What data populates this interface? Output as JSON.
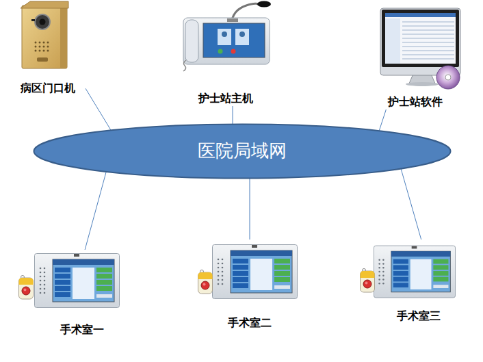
{
  "diagram": {
    "nodes": [
      {
        "text": [
          "病区门口机"
        ]
      },
      {
        "text": [
          "护士站主机"
        ]
      },
      {
        "text": [
          "护士站软件"
        ]
      },
      {
        "text": [
          "医院局域网"
        ]
      },
      {
        "text": [
          "手术室一"
        ]
      },
      {
        "text": [
          "手术室二"
        ]
      },
      {
        "text": [
          "手术室三"
        ]
      }
    ],
    "edges": [
      {
        "from": 3,
        "to": 0,
        "arrow": "none"
      },
      {
        "from": 3,
        "to": 1,
        "arrow": "none"
      },
      {
        "from": 3,
        "to": 2,
        "arrow": "none"
      },
      {
        "from": 3,
        "to": 4,
        "arrow": "none"
      },
      {
        "from": 3,
        "to": 5,
        "arrow": "none"
      },
      {
        "from": 3,
        "to": 6,
        "arrow": "none"
      }
    ]
  }
}
